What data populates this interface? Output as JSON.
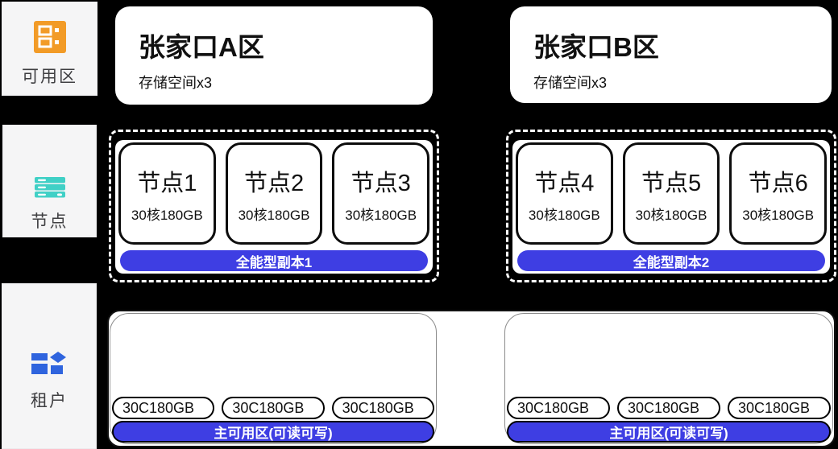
{
  "colors": {
    "accent_blue": "#3E3EE3",
    "az_orange": "#F29B27",
    "node_teal": "#40D0C6",
    "tenant_blue": "#2F64DE",
    "background": "#000000"
  },
  "rail": {
    "az_label": "可用区",
    "node_label": "节点",
    "tenant_label": "租户"
  },
  "zones": [
    {
      "title": "张家口A区",
      "subtitle": "存储空间x3"
    },
    {
      "title": "张家口B区",
      "subtitle": "存储空间x3"
    }
  ],
  "node_groups": [
    {
      "replica_label": "全能型副本1",
      "nodes": [
        {
          "name": "节点1",
          "spec": "30核180GB"
        },
        {
          "name": "节点2",
          "spec": "30核180GB"
        },
        {
          "name": "节点3",
          "spec": "30核180GB"
        }
      ]
    },
    {
      "replica_label": "全能型副本2",
      "nodes": [
        {
          "name": "节点4",
          "spec": "30核180GB"
        },
        {
          "name": "节点5",
          "spec": "30核180GB"
        },
        {
          "name": "节点6",
          "spec": "30核180GB"
        }
      ]
    }
  ],
  "tenant": {
    "groups": [
      {
        "specs": [
          "30C180GB",
          "30C180GB",
          "30C180GB"
        ],
        "zone_label": "主可用区(可读可写)"
      },
      {
        "specs": [
          "30C180GB",
          "30C180GB",
          "30C180GB"
        ],
        "zone_label": "主可用区(可读可写)"
      }
    ]
  }
}
